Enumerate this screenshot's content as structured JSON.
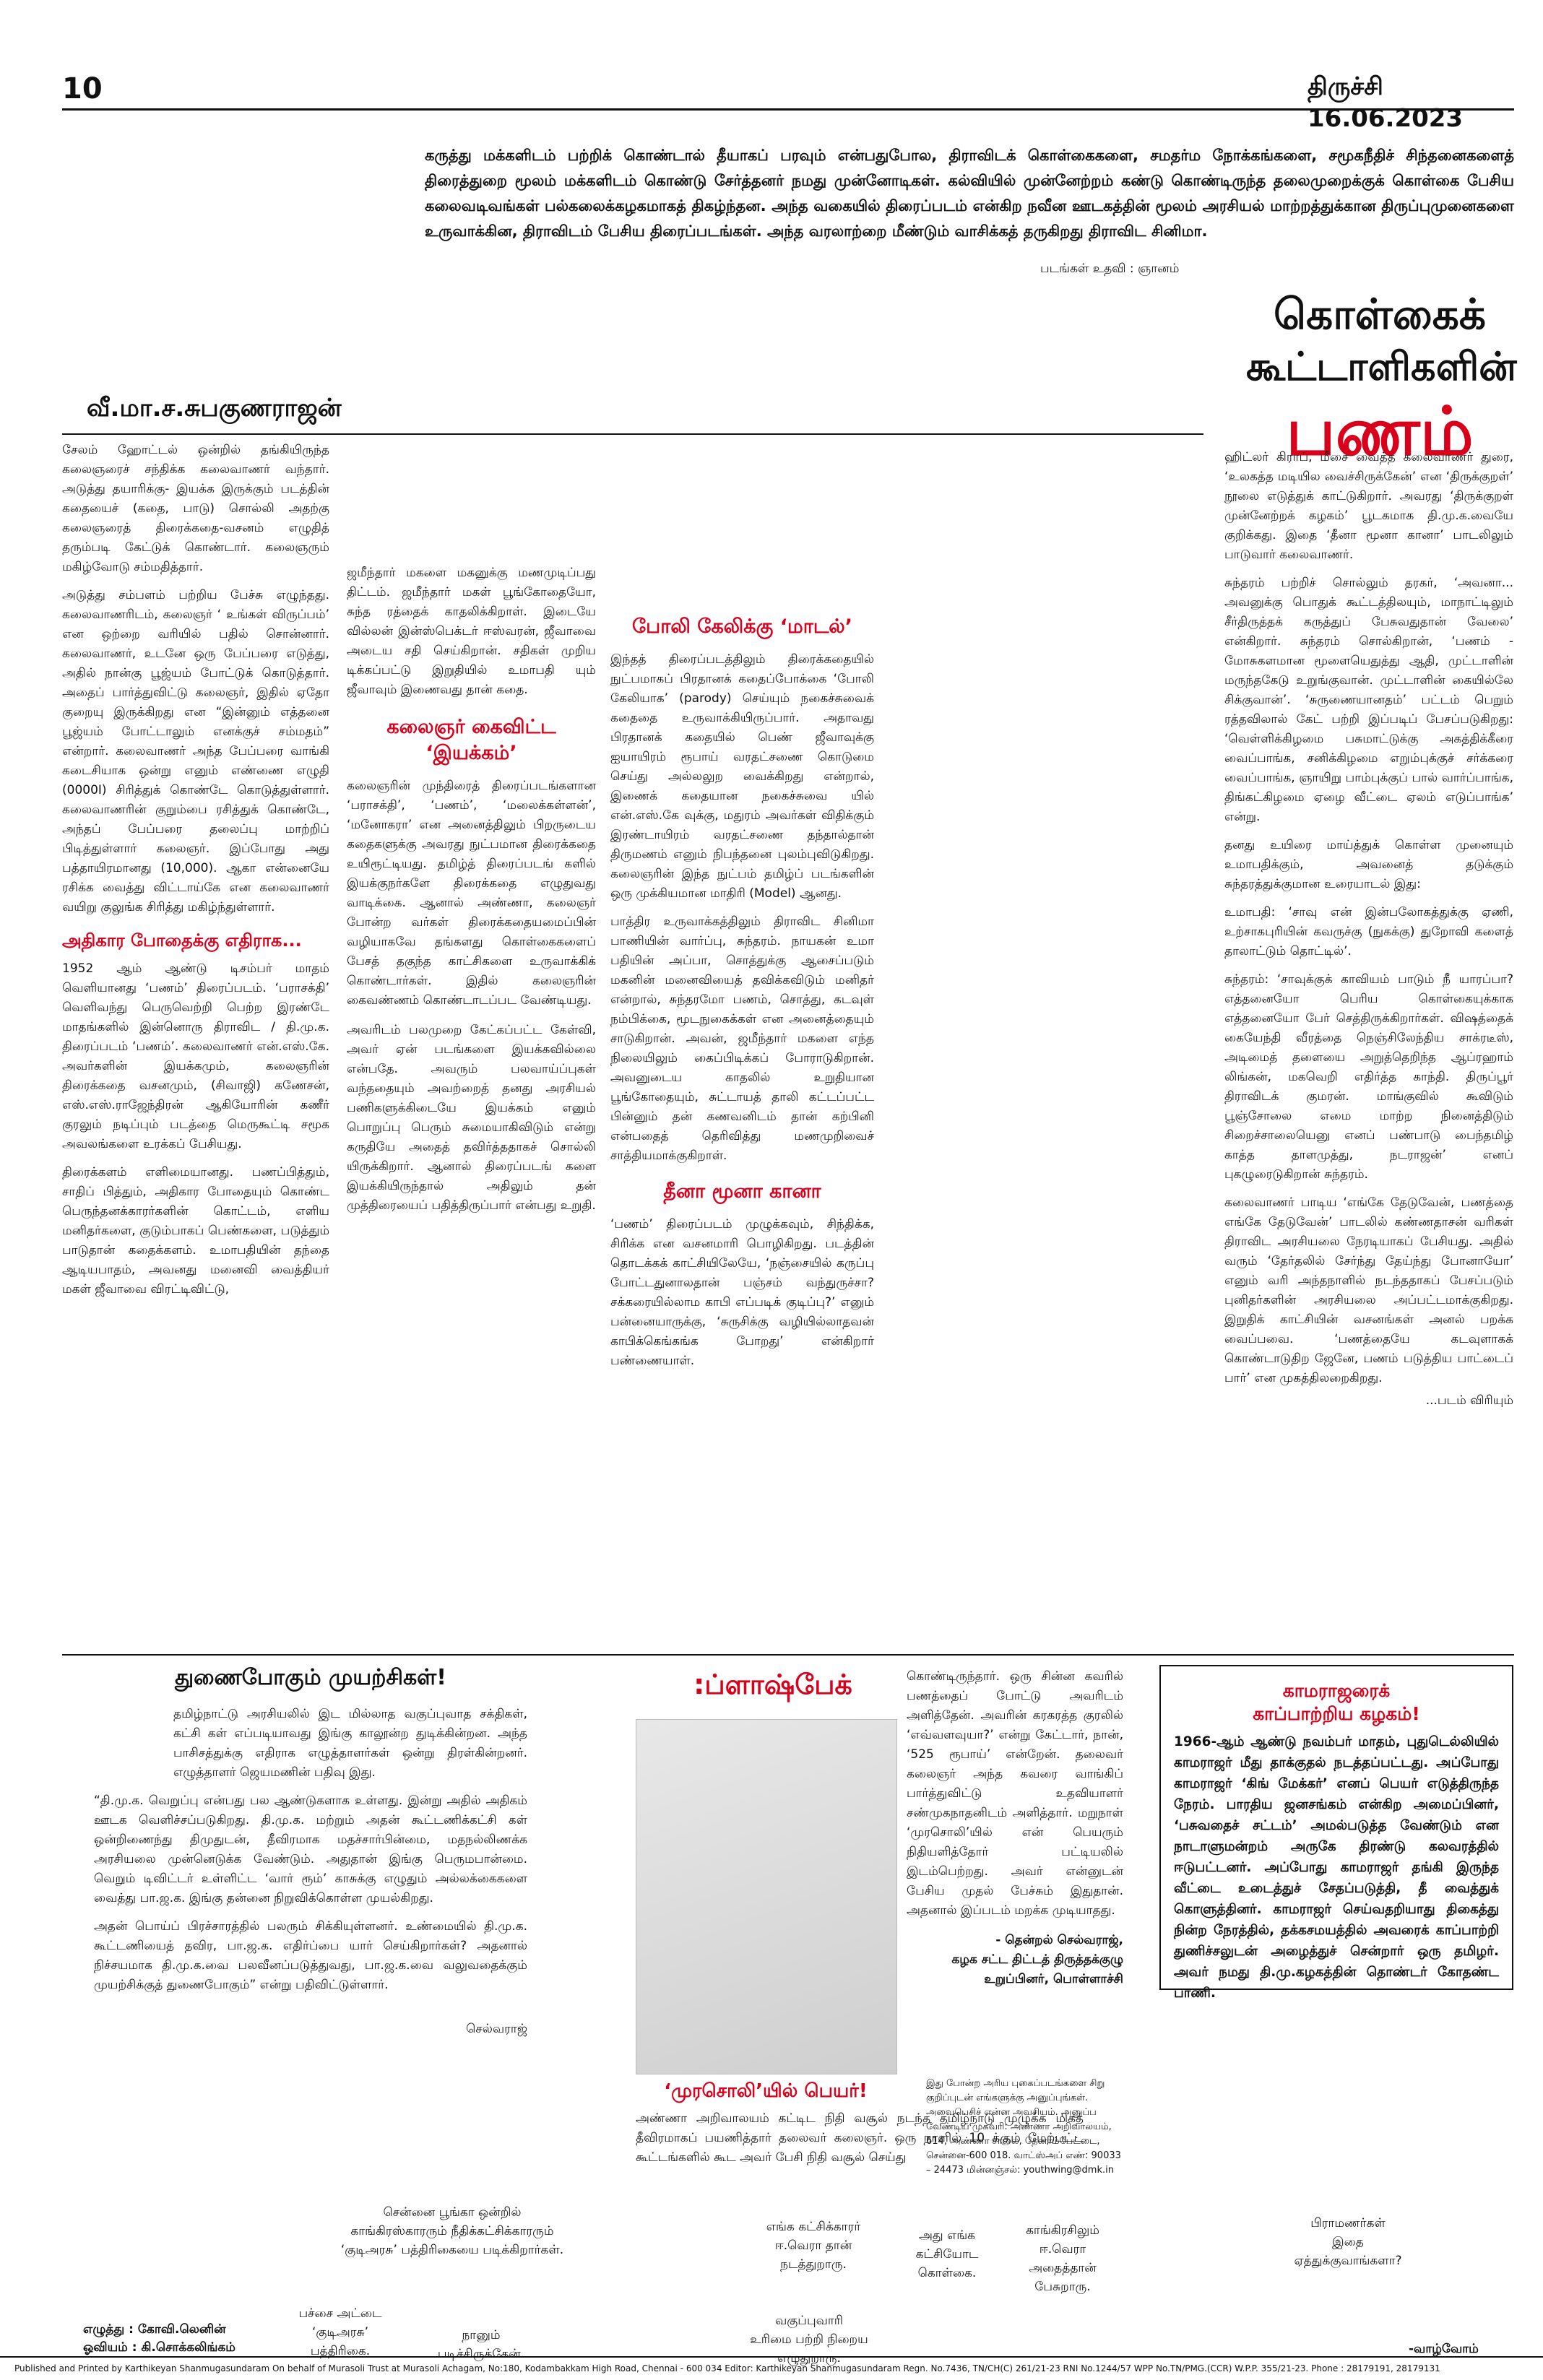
{
  "header": {
    "page_number": "10",
    "dateline": "திருச்சி 16.06.2023"
  },
  "intro": {
    "text": "கருத்து மக்களிடம் பற்றிக் கொண்டால் தீயாகப் பரவும் என்பதுபோல, திராவிடக் கொள்கைகளை, சமதர்ம நோக்கங்களை, சமூகநீதிச் சிந்தனைகளைத் திரைத்துறை மூலம் மக்களிடம் கொண்டு சேர்த்தனர் நமது முன்னோடிகள். கல்வியில் முன்னேற்றம் கண்டு கொண்டிருந்த தலைமுறைக்குக் கொள்கை பேசிய கலைவடிவங்கள் பல்கலைக்கழகமாகத் திகழ்ந்தன. அந்த வகையில் திரைப்படம் என்கிற நவீன ஊடகத்தின் மூலம் அரசியல் மாற்றத்துக்கான திருப்புமுனைகளை உருவாக்கின, திராவிடம் பேசிய திரைப்படங்கள். அந்த வரலாற்றை மீண்டும் வாசிக்கத் தருகிறது திராவிட சினிமா.",
    "photo_credit": "படங்கள் உதவி : ஞானம்"
  },
  "title": {
    "line1": "கொள்கைக்",
    "line2": "கூட்டாளிகளின்",
    "line3": "பணம்"
  },
  "byline": "வீ.மா.ச.சுபகுணராஜன்",
  "col1": {
    "para1": "சேலம் ஹோட்டல் ஒன்றில் தங்கியிருந்த கலைஞரைச் சந்திக்க கலைவாணர் வந்தார். அடுத்து தயாரிக்கு- இயக்க இருக்கும் படத்தின் கதையைச் (கதை, பாடு) சொல்லி அதற்கு கலைஞரைத் திரைக்கதை-வசனம் எழுதித் தரும்படி கேட்டுக் கொண்டார். கலைஞரும் மகிழ்வோடு சம்மதித்தார்.",
    "para2": "அடுத்து சம்பளம் பற்றிய பேச்சு எழுந்தது. கலைவாணரிடம், கலைஞர் ‘ உங்கள் விருப்பம்’ என ஒற்றை வரியில் பதில் சொன்னார். கலைவாணர், உடனே ஒரு பேப்பரை எடுத்து, அதில் நான்கு பூஜ்யம் போட்டுக் கொடுத்தார். அதைப் பார்த்துவிட்டு கலைஞர், இதில் ஏதோ குறையு இருக்கிறது என “இன்னும் எத்தனை பூஜ்யம் போட்டாலும் எனக்குச் சம்மதம்” என்றார். கலைவாணர் அந்த பேப்பரை வாங்கி கடைசியாக ஒன்று எனும் எண்ணை எழுதி (0000I) சிரித்துக் கொண்டே கொடுத்துள்ளார். கலைவாணரின் குறும்பை ரசித்துக் கொண்டே, அந்தப் பேப்பரை தலைப்பு மாற்றிப் பிடித்துள்ளார் கலைஞர். இப்போது அது பத்தாயிரமானது (10,000). ஆகா என்னையே ரசிக்க வைத்து விட்டாய்கே என கலைவாணர் வயிறு குலுங்க சிரித்து மகிழ்ந்துள்ளார்.",
    "sub1": "அதிகார போதைக்கு எதிராக...",
    "para3": "1952 ஆம் ஆண்டு டிசம்பர் மாதம் வெளியானது ‘பணம்’ திரைப்படம். ‘பராசக்தி’ வெளிவந்து பெருவெற்றி பெற்ற இரண்டே மாதங்களில் இன்னொரு திராவிட / தி.மு.க. திரைப்படம் ‘பணம்’. கலைவாணர் என்.எஸ்.கே. அவர்களின் இயக்கமும், கலைஞரின் திரைக்கதை வசனமும், (சிவாஜி) கணேசன், எஸ்.எஸ்.ராஜேந்திரன் ஆகியோரின் கணீர் குரலும் நடிப்பும் படத்தை மெருகூட்டி சமூக அவலங்களை உரக்கப் பேசியது.",
    "para4": "திரைக்களம் எளிமையானது. பணப்பித்தும், சாதிப் பித்தும், அதிகார போதையும் கொண்ட பெருந்தனக்காரர்களின் கொட்டம், எளிய மனிதர்களை, குடும்பாகப் பெண்களை, படுத்தும் பாடுதான் கதைக்களம். உமாபதியின் தந்தை ஆடியபாதம், அவனது மனைவி வைத்தியர் மகள் ஜீவாவை விரட்டிவிட்டு,"
  },
  "col2": {
    "para1": "ஜமீந்தார் மகளை மகனுக்கு மணமுடிப்பது திட்டம். ஜமீந்தார் மகள் பூங்கோதையோ, சுந்த ரத்தைக் காதலிக்கிறாள். இடையே வில்லன் இன்ஸ்பெக்டர் ஈஸ்வரன், ஜீவாவை அடைய சதி செய்கிறான். சதிகள் முறிய டிக்கப்பட்டு இறுதியில் உமாபதி யும் ஜீவாவும் இணைவது தான் கதை.",
    "sub1": "கலைஞர் கைவிட்ட ‘இயக்கம்’",
    "para2": "கலைஞரின் முந்திரைத் திரைப்படங்களான ‘பராசக்தி’, ‘பணம்’, ‘மலைக்கள்ளன்’, ‘மனோகரா’ என அனைத்திலும் பிறருடைய கதைகளுக்கு அவரது நுட்பமான திரைக்கதை உயிரூட்டியது. தமிழ்த் திரைப்படங் களில் இயக்குநர்களே திரைக்கதை எழுதுவது வாடிக்கை. ஆனால் அண்ணா, கலைஞர் போன்ற வர்கள் திரைக்கதையமைப்பின் வழியாகவே தங்களது கொள்கைகளைப் பேசத் தகுந்த காட்சிகளை உருவாக்கிக் கொண்டார்கள். இதில் கலைஞரின் கைவண்ணம் கொண்டாடப்பட வேண்டியது.",
    "para3": "அவரிடம் பலமுறை கேட்கப்பட்ட கேள்வி, அவர் ஏன் படங்களை இயக்கவில்லை என்பதே. அவரும் பலவாய்ப்புகள் வந்ததையும் அவற்றைத் தனது அரசியல் பணிகளுக்கிடையே இயக்கம் எனும் பொறுப்பு பெரும் சுமையாகிவிடும் என்று கருதியே அதைத் தவிர்த்ததாகச் சொல்லி யிருக்கிறார். ஆனால் திரைப்படங் களை இயக்கியிருந்தால் அதிலும் தன் முத்திரையைப் பதித்திருப்பார் என்பது உறுதி."
  },
  "col3": {
    "sub1": "போலி கேலிக்கு ‘மாடல்’",
    "para1": "இந்தத் திரைப்படத்திலும் திரைக்கதையில் நுட்பமாகப் பிரதானக் கதைப்போக்கை ‘போலி கேலியாக’ (parody) செய்யும் நகைச்சுவைக் கதைதை உருவாக்கியிருப்பார். அதாவது பிரதானக் கதையில் பெண் ஜீவாவுக்கு ஐயாயிரம் ரூபாய் வரதட்சணை கொடுமை செய்து அல்லலுற வைக்கிறது என்றால், இணைக் கதையான நகைச்சுவை யில் என்.எஸ்.கே வுக்கு, மதுரம் அவர்கள் விதிக்கும் இரண்டாயிரம் வரதட்சணை தந்தால்தான் திருமணம் எனும் நிபந்தனை புலம்புவிடுகிறது. கலைஞரின் இந்த நுட்பம் தமிழ்ப் படங்களின் ஒரு முக்கியமான மாதிரி (Model) ஆனது.",
    "para2": "பாத்திர உருவாக்கத்திலும் திராவிட சினிமா பாணியின் வார்ப்பு, சுந்தரம். நாயகன் உமா பதியின் அப்பா, சொத்துக்கு ஆசைப்படும் மகனின் மனைவியைத் தவிக்கவிடும் மனிதர் என்றால், சுந்தரமோ பணம், சொத்து, கடவுள் நம்பிக்கை, மூடநுகைக்கள் என அனைத்தையும் சாடுகிறான். அவன், ஜமீந்தார் மகளை எந்த நிலையிலும் கைப்பிடிக்கப் போராடுகிறான். அவனுடைய காதலில் உறுதியான பூங்கோதையும், சுட்டாயத் தாலி கட்டப்பட்ட பின்னும் தன் கணவனிடம் தான் கற்பினி என்பதைத் தெரிவித்து மணமுறிவைச் சாத்தியமாக்குகிறாள்.",
    "sub2": "தீனா மூனா கானா",
    "para3": "‘பணம்’ திரைப்படம் முழுக்கவும், சிந்திக்க, சிரிக்க என வசனமாரி பொழிகிறது. படத்தின் தொடக்கக் காட்சியிலேயே, ‘நஞ்சையில் கருப்பு போட்டதுனாலதான் பஞ்சம் வந்துருச்சா? சக்கரையில்லாம காபி எப்படிக் குடிப்பு?’ எனும் பன்னையாருக்கு, ‘சுருசிக்கு வழியில்லாதவன் காபிக்கெங்கங்க போறது’ என்கிறார் பண்ணையாள்."
  },
  "col4": {
    "para1": "ஹிட்லர் கிராப், மீசை வைத்த கலைவாணர் துரை, ‘உலகத்த மடியில வைச்சிருக்கேன்’ என ‘திருக்குறள்’ நூலை எடுத்துக் காட்டுகிறார். அவரது ‘திருக்குறள் முன்னேற்றக் கழகம்’ பூடகமாக தி.மு.க.வையே குறிக்கது. இதை ‘தீனா மூனா கானா’ பாடலிலும் பாடுவார் கலைவாணர்.",
    "para2": "சுந்தரம் பற்றிச் சொல்லும் தரகர், ‘அவனா... அவனுக்கு பொதுக் கூட்டத்திலயும், மாநாட்டிலும் சீர்திருத்தக் கருத்துப் பேசுவதுதான் வேலை’ என்கிறார். சுந்தரம் சொல்கிறான், ‘பணம் - மோசுகளமான மூளையெதுத்து ஆதி, முட்டாளின் மருந்தகேடு உறுங்குவான். முட்டாளின் கையில்லே சிக்குவான்’. ‘சுருணையானதம்’ பட்டம் பெறும் ரத்தவிலால் கேட் பற்றி இப்படிப் பேசப்படுகிறது: ‘வெள்ளிக்கிழமை பசுமாட்டுக்கு அகத்திக்கீரை வைப்பாங்க, சனிக்கிழமை எறும்புக்குச் சர்க்கரை வைப்பாங்க, ஞாயிறு பாம்புக்குப் பால் வார்ப்பாங்க, திங்கட்கிழமை ஏழை வீட்டை ஏலம் எடுப்பாங்க’ என்று.",
    "para3": "தனது உயிரை மாய்த்துக் கொள்ள முனையும் உமாபதிக்கும், அவனைத் தடுக்கும் சுந்தரத்துக்குமான உரையாடல் இது:",
    "para4": "உமாபதி: ‘சாவு என் இன்பலோகத்துக்கு ஏணி, உற்சாகபுரியின் கவருச்கு (நுகக்கு) துறோவி களைத் தாலாட்டும் தொட்டில்’.",
    "para5": "சுந்தரம்: ‘சாவுக்குக் காவியம் பாடும் நீ யாரப்பா? எத்தனையோ பெரிய கொள்கையுக்காக எத்தனையோ பேர் செத்திருக்கிறார்கள். விஷத்தைக் கையேந்தி வீரத்தை நெஞ்சிலேந்திய சாக்ரடீஸ், அடிமைத் தளையை அறுத்தெறிந்த ஆப்ரஹாம் லிங்கன், மகவெறி எதிர்த்த காந்தி. திருப்பூர் திராவிடக் குமரன். மாங்குவில் கூவிடும் பூஞ்சோலை எமை மாற்ற நினைத்திடும் சிறைச்சாலையெனு எனப் பண்பாடு பைந்தமிழ் காத்த தாளமுத்து, நடராஜன்’ எனப் புகழுரைடுகிறான் சுந்தரம்.",
    "para6": "கலைவாணர் பாடிய ‘எங்கே தேடுவேன், பணத்தை எங்கே தேடுவேன்’ பாடலில் கண்ணதாசன் வரிகள் திராவிட அரசியலை நேரடியாகப் பேசியது. அதில் வரும் ‘தேர்தலில் சேர்ந்து தேய்ந்து போனாயோ’ எனும் வரி அந்தநாளில் நடந்ததாகப் பேசப்படும் புனிதர்களின் அரசியலை அப்பட்டமாக்குகிறது. இறுதிக் காட்சியின் வசனங்கள் அனல் பறக்க வைப்பவை. ‘பணத்தையே கடவுளாகக் கொண்டாடுதிற ஜேனே, பணம் படுத்திய பாட்டைப் பார்’ என முகத்திலறைகிறது.",
    "cont": "...படம் விரியும்"
  },
  "bottom": {
    "left": {
      "heading": "துணைபோகும் முயற்சிகள்!",
      "para1": "தமிழ்நாட்டு அரசியலில் இட மில்லாத வகுப்புவாத சக்திகள், கட்சி கள் எப்படியாவது இங்கு காலூன்ற துடிக்கின்றன. அந்த பாசிசத்துக்கு எதிராக எழுத்தாளர்கள் ஒன்று திரள்கின்றனர். எழுத்தாளர் ஜெயமணின் பதிவு இது.",
      "para2": "“தி.மு.க. வெறுப்பு என்பது பல ஆண்டுகளாக உள்ளது. இன்று அதில் அதிகம் ஊடக வெளிச்சப்படுகிறது. தி.மு.க. மற்றும் அதன் கூட்டணிக்கட்சி கள் ஒன்றிணைந்து திமுதுடன், தீவிரமாக மதச்சார்பின்மை, மதநல்லிணக்க அரசியலை முன்னெடுக்க வேண்டும். அதுதான் இங்கு பெருமபான்மை. வெறும் டிவிட்டர் உள்ளிட்ட ‘வார் ரூம்’ காசுக்கு எழுதும் அல்லக்கைகளை வைத்து பா.ஜ.க. இங்கு தன்னை நிறுவிக்கொள்ள முயல்கிறது.",
      "para3": "அதன் பொய்ப் பிரச்சாரத்தில் பலரும் சிக்கியுள்ளனர். உண்மையில் தி.மு.க. கூட்டணியைத் தவிர, பா.ஜ.க. எதிர்ப்பை யார் செய்கிறார்கள்? அதனால் நிச்சயமாக தி.மு.க.வை பலவீனப்படுத்துவது, பா.ஜ.க.வை வலுவதைக்கும் முயற்சிக்குத் துணைபோகும்” என்று பதிவிட்டுள்ளார்.",
      "sign": "செல்வராஜ்"
    },
    "flash": {
      "heading": ":ப்ளாஷ்பேக்",
      "para1": "கொண்டிருந்தார். ஒரு சின்ன கவரில் பணத்தைப் போட்டு அவரிடம் அளித்தேன். அவரின் கரகரத்த குரலில் ‘எவ்வளவுயா?’ என்று கேட்டார், நான், ‘525 ரூபாய்’ என்றேன். தலைவர் கலைஞர் அந்த கவரை வாங்கிப் பார்த்துவிட்டு உதவியாளர் சண்முகநாதனிடம் அளித்தார். மறுநாள் ‘முரசொலி’யில் என் பெயரும் நிதியளித்தோர் பட்டியலில் இடம்பெற்றது. அவர் என்னுடன் பேசிய முதல் பேச்சும் இதுதான். அதனால் இப்படம் மறக்க முடியாதது.",
      "author": "- தென்றல் செல்வராஜ்,",
      "author2": "கழக சட்ட திட்டத் திருத்தக்குழு உறுப்பினர், பொள்ளாச்சி",
      "sub": "‘முரசொலி’யில் பெயர்!",
      "para2": "அண்ணா அறிவாலயம் கட்டிட நிதி வசூல் நடந்த தமிழ்நாடு முழுக்க மிகத் தீவிரமாகப் பயணித்தார் தலைவர் கலைஞர். ஒரு நாளில் 10 க்கும் மேற்பட்ட கூட்டங்களில் கூட அவர் பேசி நிதி வசூல் செய்து",
      "appeal": "இது போன்ற அரிய புகைப்படங்களை சிறு குறிப்புடன் எங்களுக்கு அனுப்புங்கள். அவைபெசிச் என்ன அவசியம். அனுப்ப வேண்டிய முகவரி: அண்ணா அறிவாலயம், 614, அண்ணா சாலை, தேனாம்பேட்டை, சென்னை-600 018. வாட்ஸ்அப் எண்: 90033 – 24473 மின்னஞ்சல்: youthwing@dmk.in"
    },
    "kamaraj": {
      "heading1": "காமராஜரைக்",
      "heading2": "காப்பாற்றிய கழகம்!",
      "text": "1966-ஆம் ஆண்டு நவம்பர் மாதம், புதுடெல்லியில் காமராஜர் மீது தாக்குதல் நடத்தப்பட்டது. அப்போது காமராஜர் ‘கிங் மேக்கர்’ எனப் பெயர் எடுத்திருந்த நேரம். பாரதிய ஜனசங்கம் என்கிற அமைப்பினர், ‘பசுவதைச் சட்டம்’ அமல்படுத்த வேண்டும் என நாடாளுமன்றம் அருகே திரண்டு கலவரத்தில் ஈடுபட்டனர். அப்போது காமராஜர் தங்கி இருந்த வீட்டை உடைத்துச் சேதப்படுத்தி, தீ வைத்துக் கொளுத்தினர். காமராஜர் செய்வதறியாது திகைத்து நின்ற நேரத்தில், தக்கசமயத்தில் அவரைக் காப்பாற்றி துணிச்சலுடன் அழைத்துச் சென்றார் ஒரு தமிழர். அவர் நமது தி.மு.கழகத்தின் தொண்டர் கோதண்ட பாணி."
    }
  },
  "cartoon": {
    "b1": "சென்னை பூங்கா ஒன்றில்\nகாங்கிரஸ்காரரும் நீதிக்கட்சிக்காரரும்\n‘குடிஅரசு’ பத்திரிகையை படிக்கிறார்கள்.",
    "b2": "எங்க கட்சிக்காரர்\nஈ.வெரா தான்\nநடத்துறாரு.",
    "b3": "அது எங்க\nகட்சியோட\nகொள்கை.",
    "b4": "காங்கிரசிலும்\nஈ.வெரா\nஅதைத்தான்\nபேசுறாரு.",
    "b5": "பிராமணர்கள்\nஇதை\nஏத்துக்குவாங்களா?",
    "b6": "பச்சை அட்டை\n‘குடிஅரசு’\nபத்திரிகை.",
    "b7": "நானும்\nபடிச்சிருக்கேன்.",
    "b8": "வகுப்புவாரி\nஉரிமை பற்றி நிறைய\nஎழுதுறாரு.",
    "credit1": "எழுத்து : கோவி.லெனின்",
    "credit2": "ஓவியம் : கி.சொக்கலிங்கம்",
    "end": "-வாழ்வோம்"
  },
  "footer": "Published and Printed by Karthikeyan Shanmugasundaram On behalf of Murasoli Trust at Murasoli Achagam, No:180, Kodambakkam High Road, Chennai - 600 034 Editor: Karthikeyan Shanmugasundaram Regn. No.7436, TN/CH(C) 261/21-23 RNI No.1244/57 WPP No.TN/PMG.(CCR) W.P.P. 355/21-23. Phone : 28179191, 28179131",
  "colors": {
    "accent_red": "#d9001c",
    "text": "#111111"
  }
}
